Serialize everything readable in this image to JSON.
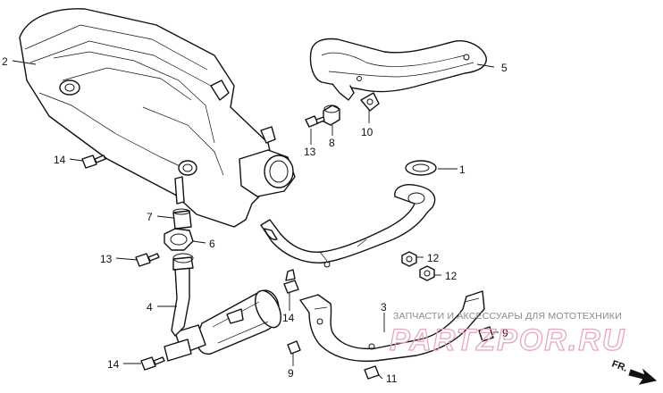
{
  "callouts": {
    "c1": "1",
    "c2": "2",
    "c3": "3",
    "c4": "4",
    "c5": "5",
    "c6": "6",
    "c7": "7",
    "c8": "8",
    "c9a": "9",
    "c9b": "9",
    "c10": "10",
    "c11": "11",
    "c12a": "12",
    "c12b": "12",
    "c13a": "13",
    "c13b": "13",
    "c14a": "14",
    "c14b": "14",
    "c14c": "14"
  },
  "watermark": {
    "caption": "ЗАПЧАСТИ И АКСЕССУАРЫ ДЛЯ МОТОТЕХНИКИ",
    "logo": "PARTZPOR.RU"
  },
  "direction": {
    "label": "FR."
  },
  "colors": {
    "line": "#111111",
    "watermark_text": "#8a8a8a",
    "watermark_logo": "#e6a8b8"
  }
}
